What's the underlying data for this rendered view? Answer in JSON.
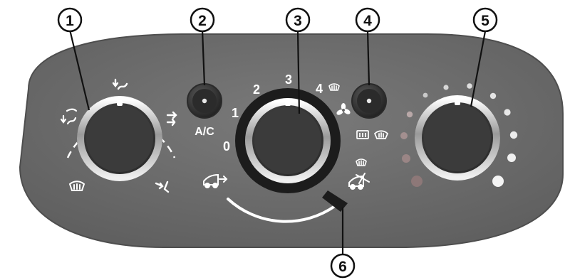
{
  "colors": {
    "panel": "#6b6b6b",
    "panel_edge": "#4e4e4e",
    "knob_dark": "#3c3c3c",
    "ring_chrome": "#dcdcdc",
    "label_white": "#ffffff",
    "dot_light": "#c9c9c9",
    "dot_red": "#7d6b6b",
    "callout_line": "#111111"
  },
  "callouts": [
    "1",
    "2",
    "3",
    "4",
    "5",
    "6"
  ],
  "fan_speed_labels": [
    "0",
    "1",
    "2",
    "3",
    "4"
  ],
  "ac_button_label": "A/C",
  "icons": {
    "air_distribution": [
      "face-vent-icon",
      "face-feet-vent-icon",
      "feet-vent-icon",
      "feet-defrost-vent-icon",
      "windscreen-defrost-icon"
    ],
    "fan": "fan-icon",
    "fan_max_defrost": "windscreen-defrost-icon",
    "rear_defrost": "rear-window-defrost-icon",
    "front_defrost": "windscreen-defrost-icon",
    "fresh_air": "fresh-air-car-icon",
    "recirculation": "recirculation-car-icon"
  }
}
